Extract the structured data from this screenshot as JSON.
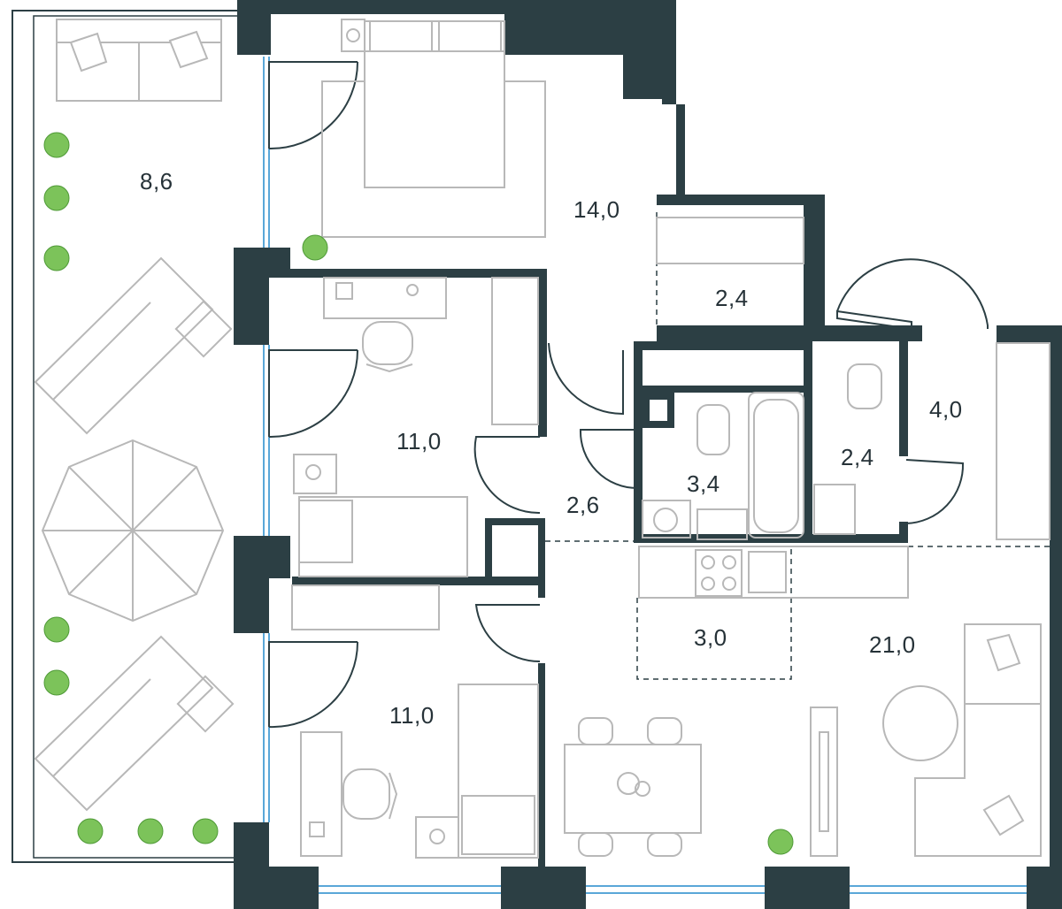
{
  "plan": {
    "rooms": [
      {
        "id": "terrace",
        "area": "8,6"
      },
      {
        "id": "bedroom-master",
        "area": "14,0"
      },
      {
        "id": "closet-upper",
        "area": "2,4"
      },
      {
        "id": "bedroom-middle",
        "area": "11,0"
      },
      {
        "id": "hallway",
        "area": "2,6"
      },
      {
        "id": "bathroom",
        "area": "3,4"
      },
      {
        "id": "toilet",
        "area": "2,4"
      },
      {
        "id": "entrance-hall",
        "area": "4,0"
      },
      {
        "id": "kitchen-zone",
        "area": "3,0"
      },
      {
        "id": "bedroom-lower",
        "area": "11,0"
      },
      {
        "id": "living-room",
        "area": "21,0"
      }
    ],
    "colors": {
      "wall": "#2c3f44",
      "furniture": "#b8b8b8",
      "window": "#5aa7d8",
      "plant": "#7cc35a",
      "text": "#263238"
    },
    "icons": [
      "sofa-icon",
      "bed-icon",
      "plant-icon",
      "sunbed-icon",
      "umbrella-icon",
      "desk-icon",
      "chair-icon",
      "toilet-icon",
      "bathtub-icon",
      "sink-icon",
      "washing-machine-icon",
      "stove-icon",
      "dining-table-icon",
      "tv-icon",
      "round-table-icon",
      "wardrobe-icon"
    ]
  }
}
